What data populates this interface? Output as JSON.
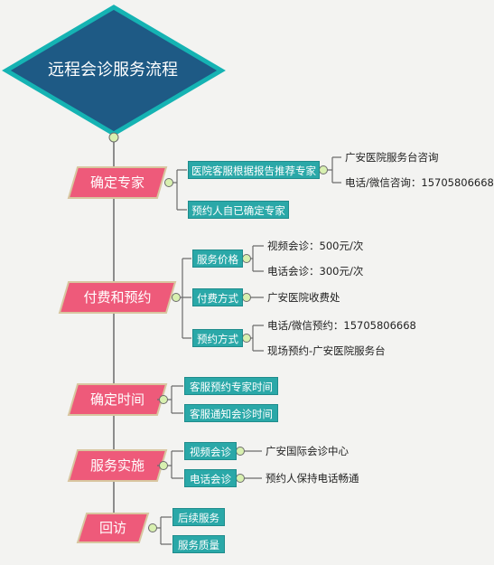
{
  "title": "远程会诊服务流程",
  "stages": [
    {
      "label": "确定专家",
      "branches": [
        {
          "label": "医院客服根据报告推荐专家",
          "details": [
            "广安医院服务台咨询",
            "电话/微信咨询：15705806668"
          ]
        },
        {
          "label": "预约人自已确定专家",
          "details": []
        }
      ]
    },
    {
      "label": "付费和预约",
      "branches": [
        {
          "label": "服务价格",
          "details": [
            "视频会诊：500元/次",
            "电话会诊：300元/次"
          ]
        },
        {
          "label": "付费方式",
          "details": [
            "广安医院收费处"
          ]
        },
        {
          "label": "预约方式",
          "details": [
            "电话/微信预约：15705806668",
            "现场预约-广安医院服务台"
          ]
        }
      ]
    },
    {
      "label": "确定时间",
      "branches": [
        {
          "label": "客服预约专家时间",
          "details": []
        },
        {
          "label": "客服通知会诊时间",
          "details": []
        }
      ]
    },
    {
      "label": "服务实施",
      "branches": [
        {
          "label": "视频会诊",
          "details": [
            "广安国际会诊中心"
          ]
        },
        {
          "label": "电话会诊",
          "details": [
            "预约人保持电话畅通"
          ]
        }
      ]
    },
    {
      "label": "回访",
      "branches": [
        {
          "label": "后续服务",
          "details": []
        },
        {
          "label": "服务质量",
          "details": []
        }
      ]
    }
  ],
  "colors": {
    "title_fill": "#1e5a85",
    "title_border": "#15b3b3",
    "stage_fill": "#ee5a7a",
    "branch_fill": "#2aa8a8",
    "connector": "#6b6b6b",
    "node_fill": "#d8f0b0"
  }
}
